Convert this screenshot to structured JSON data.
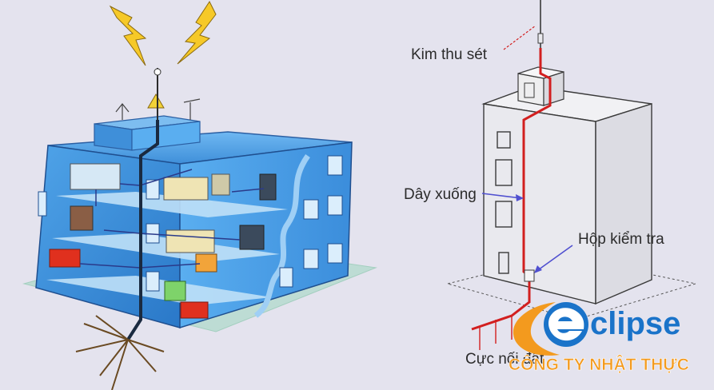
{
  "diagram": {
    "labels": {
      "air_terminal": "Kim thu sét",
      "down_conductor": "Dây xuống",
      "test_box": "Hộp kiểm tra",
      "earth_electrode": "Cực nối đất"
    }
  },
  "watermark": {
    "logo_word": "clipse",
    "company": "CÔNG TY NHẬT THỰC",
    "colors": {
      "blue": "#1a73c9",
      "orange": "#f39a1e"
    }
  }
}
